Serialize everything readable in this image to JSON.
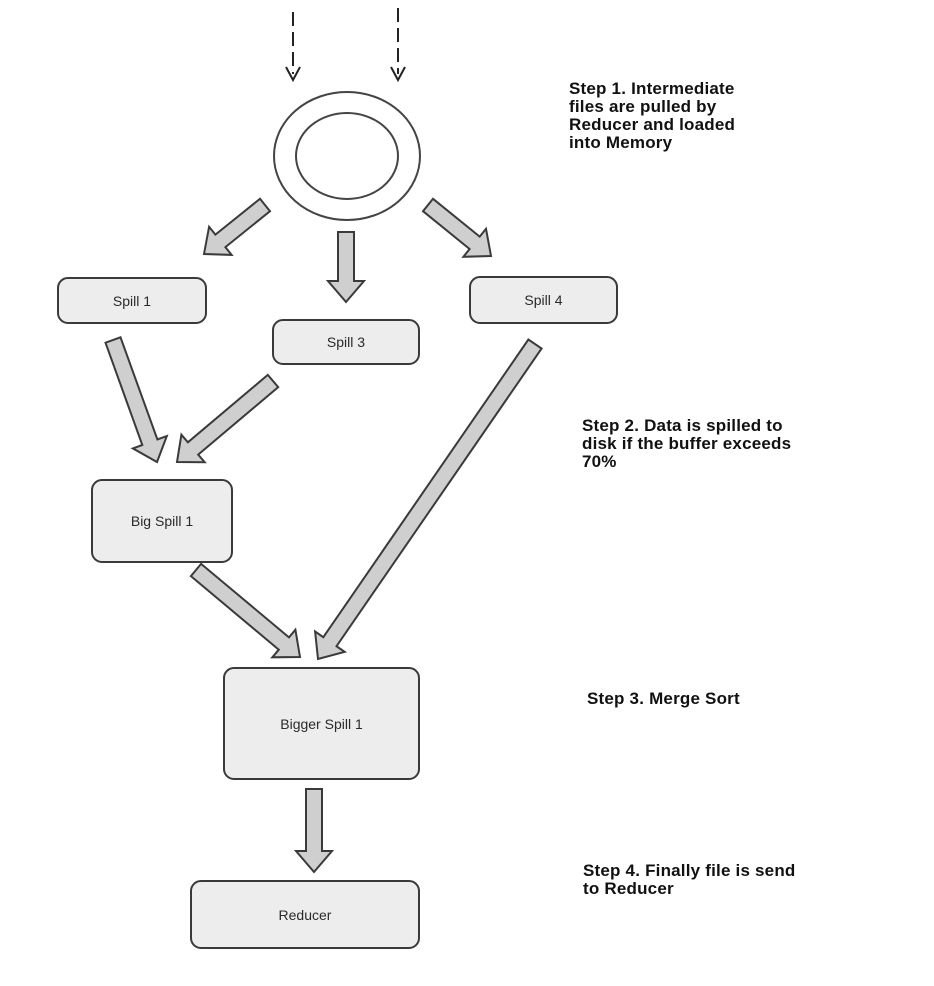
{
  "nodes": {
    "spill1": "Spill 1",
    "spill3": "Spill 3",
    "spill4": "Spill 4",
    "big_spill1": "Big Spill 1",
    "bigger_spill1": "Bigger Spill 1",
    "reducer": "Reducer"
  },
  "steps": {
    "step1": "Step 1. Intermediate\nfiles are pulled by\nReducer and loaded\ninto Memory",
    "step2": "Step 2. Data is spilled to\ndisk if the buffer exceeds\n70%",
    "step3": "Step 3. Merge Sort",
    "step4": "Step 4. Finally file is send\nto Reducer"
  },
  "colors": {
    "box_fill": "#ededed",
    "outline": "#3a3a3a",
    "arrow_fill": "#cfcfcf"
  },
  "icons": {
    "memory": "memory-ring-icon",
    "incoming": "dashed-arrow-icon",
    "flow": "block-arrow-icon"
  }
}
